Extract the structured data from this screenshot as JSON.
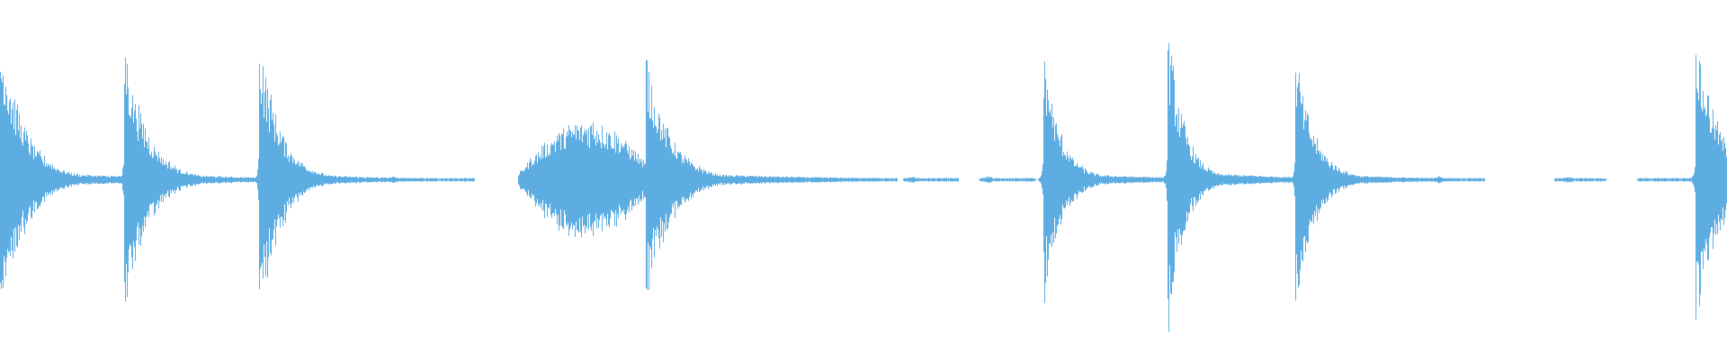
{
  "waveform": {
    "color": "#5dade2",
    "background": "#ffffff",
    "events": [
      {
        "t": 0.0,
        "peak": 0.95,
        "decay": 0.03,
        "tail": 0.25
      },
      {
        "t": 0.072,
        "peak": 0.88,
        "decay": 0.028,
        "tail": 0.2
      },
      {
        "t": 0.15,
        "peak": 0.92,
        "decay": 0.026,
        "tail": 0.18
      },
      {
        "t": 0.3,
        "peak": 0.4,
        "decay": 0.05,
        "tail": 0.3,
        "swell": true
      },
      {
        "t": 0.374,
        "peak": 0.8,
        "decay": 0.03,
        "tail": 0.3
      },
      {
        "t": 0.604,
        "peak": 0.8,
        "decay": 0.022,
        "tail": 0.2
      },
      {
        "t": 0.676,
        "peak": 1.0,
        "decay": 0.02,
        "tail": 0.2
      },
      {
        "t": 0.75,
        "peak": 0.8,
        "decay": 0.024,
        "tail": 0.18
      },
      {
        "t": 0.982,
        "peak": 0.93,
        "decay": 0.03,
        "tail": 0.35
      }
    ],
    "noise_segments": [
      [
        0.03,
        0.06
      ],
      [
        0.095,
        0.115
      ],
      [
        0.143,
        0.146
      ],
      [
        0.17,
        0.275
      ],
      [
        0.332,
        0.36
      ],
      [
        0.406,
        0.475
      ],
      [
        0.49,
        0.52
      ],
      [
        0.523,
        0.555
      ],
      [
        0.567,
        0.6
      ],
      [
        0.63,
        0.67
      ],
      [
        0.7,
        0.745
      ],
      [
        0.775,
        0.86
      ],
      [
        0.9,
        0.93
      ],
      [
        0.948,
        0.98
      ]
    ],
    "blips": [
      0.228,
      0.452,
      0.528,
      0.572,
      0.833,
      0.908
    ]
  }
}
